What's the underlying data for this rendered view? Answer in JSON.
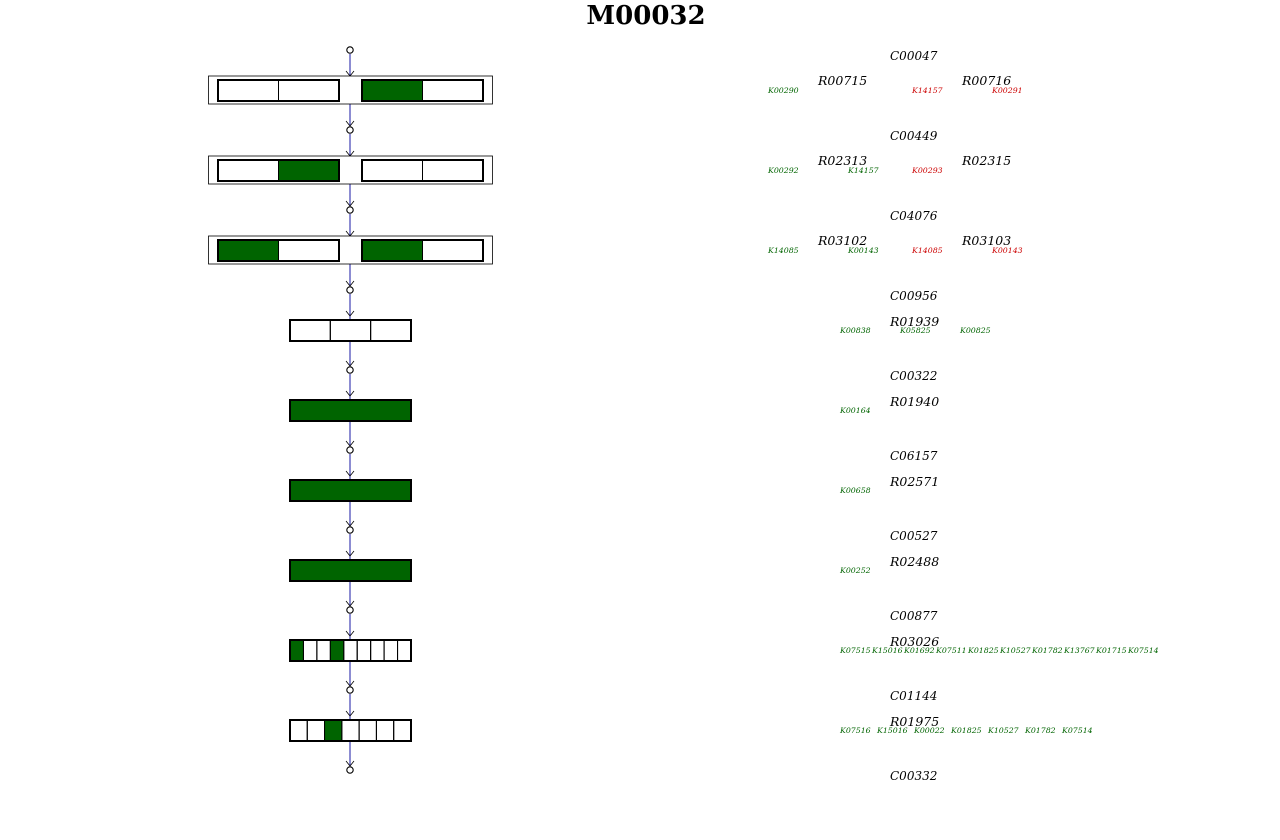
{
  "module_title": "M00032",
  "colors": {
    "present": "#006400",
    "absent": "#ffffff",
    "outline": "#000000",
    "arrow": "#1a1aa6",
    "ko_green": "#006400",
    "ko_red": "#cc0000"
  },
  "compounds": [
    "C00047",
    "C00449",
    "C04076",
    "C00956",
    "C00322",
    "C06157",
    "C00527",
    "C00877",
    "C01144",
    "C00332"
  ],
  "steps": [
    {
      "layout": "pair",
      "complexes": [
        {
          "reaction": "R00715",
          "cells": [
            0,
            0
          ]
        },
        {
          "reaction": "R00716",
          "cells": [
            1,
            0
          ]
        }
      ],
      "kos": [
        {
          "label": "K00290",
          "color": "green",
          "col": "a"
        },
        {
          "label": "K14157",
          "color": "red",
          "col": "c"
        },
        {
          "label": "K00291",
          "color": "red",
          "col": "d"
        }
      ]
    },
    {
      "layout": "pair",
      "complexes": [
        {
          "reaction": "R02313",
          "cells": [
            0,
            1
          ]
        },
        {
          "reaction": "R02315",
          "cells": [
            0,
            0
          ]
        }
      ],
      "kos": [
        {
          "label": "K00292",
          "color": "green",
          "col": "a"
        },
        {
          "label": "K14157",
          "color": "green",
          "col": "b"
        },
        {
          "label": "K00293",
          "color": "red",
          "col": "c"
        }
      ]
    },
    {
      "layout": "pair",
      "complexes": [
        {
          "reaction": "R03102",
          "cells": [
            1,
            0
          ]
        },
        {
          "reaction": "R03103",
          "cells": [
            1,
            0
          ]
        }
      ],
      "kos": [
        {
          "label": "K14085",
          "color": "green",
          "col": "a"
        },
        {
          "label": "K00143",
          "color": "green",
          "col": "b"
        },
        {
          "label": "K14085",
          "color": "red",
          "col": "c"
        },
        {
          "label": "K00143",
          "color": "red",
          "col": "d"
        }
      ]
    },
    {
      "layout": "single",
      "reaction": "R01939",
      "cells": [
        0,
        0,
        0
      ],
      "kos": [
        {
          "label": "K00838",
          "color": "green"
        },
        {
          "label": "K05825",
          "color": "green"
        },
        {
          "label": "K00825",
          "color": "green"
        }
      ]
    },
    {
      "layout": "single",
      "reaction": "R01940",
      "cells": [
        1
      ],
      "kos": [
        {
          "label": "K00164",
          "color": "green"
        }
      ]
    },
    {
      "layout": "single",
      "reaction": "R02571",
      "cells": [
        1
      ],
      "kos": [
        {
          "label": "K00658",
          "color": "green"
        }
      ]
    },
    {
      "layout": "single",
      "reaction": "R02488",
      "cells": [
        1
      ],
      "kos": [
        {
          "label": "K00252",
          "color": "green"
        }
      ]
    },
    {
      "layout": "single",
      "reaction": "R03026",
      "cells": [
        1,
        0,
        0,
        1,
        0,
        0,
        0,
        0,
        0
      ],
      "kos": [
        {
          "label": "K07515",
          "color": "green"
        },
        {
          "label": "K15016",
          "color": "green"
        },
        {
          "label": "K01692",
          "color": "green"
        },
        {
          "label": "K07511",
          "color": "green"
        },
        {
          "label": "K01825",
          "color": "green"
        },
        {
          "label": "K10527",
          "color": "green"
        },
        {
          "label": "K01782",
          "color": "green"
        },
        {
          "label": "K13767",
          "color": "green"
        },
        {
          "label": "K01715",
          "color": "green"
        },
        {
          "label": "K07514",
          "color": "green"
        }
      ]
    },
    {
      "layout": "single",
      "reaction": "R01975",
      "cells": [
        0,
        0,
        1,
        0,
        0,
        0,
        0
      ],
      "kos": [
        {
          "label": "K07516",
          "color": "green"
        },
        {
          "label": "K15016",
          "color": "green"
        },
        {
          "label": "K00022",
          "color": "green"
        },
        {
          "label": "K01825",
          "color": "green"
        },
        {
          "label": "K10527",
          "color": "green"
        },
        {
          "label": "K01782",
          "color": "green"
        },
        {
          "label": "K07514",
          "color": "green"
        }
      ]
    }
  ]
}
